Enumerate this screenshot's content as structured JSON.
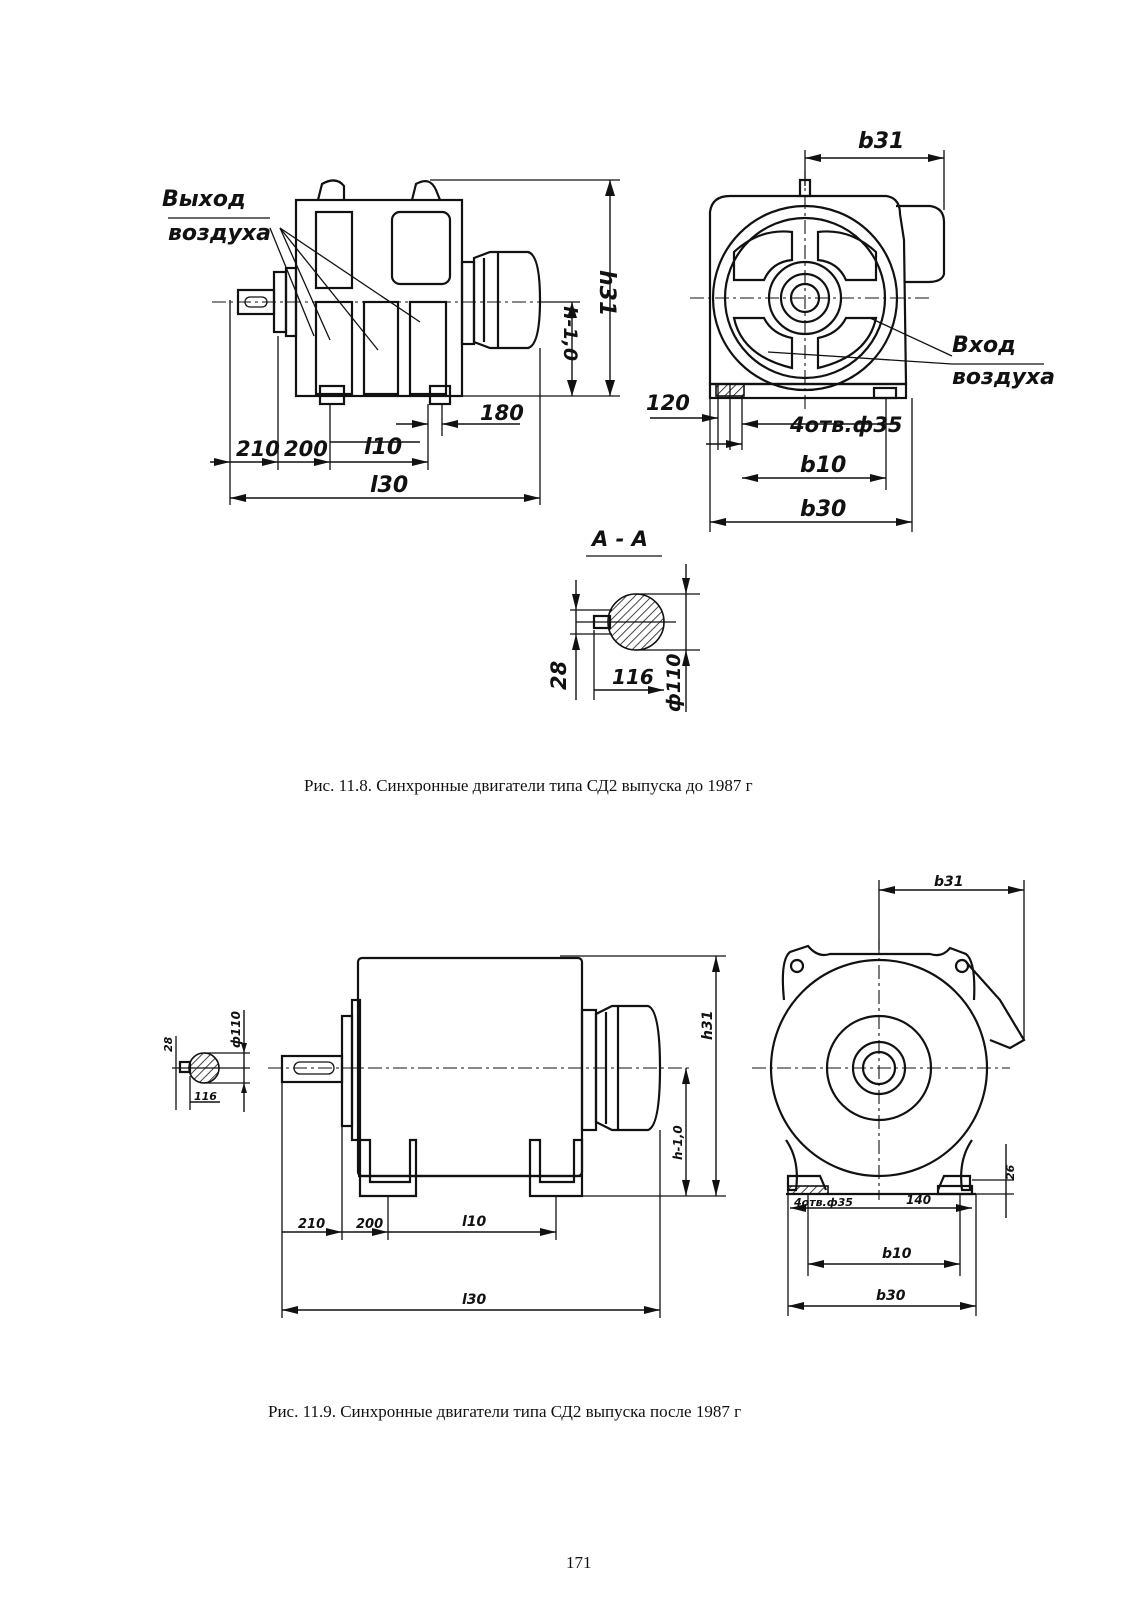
{
  "figure1": {
    "caption": "Рис. 11.8. Синхронные двигатели типа СД2 выпуска до 1987 г",
    "labels": {
      "air_out_1": "Выход",
      "air_out_2": "воздуха",
      "air_in_1": "Вход",
      "air_in_2": "воздуха",
      "h31": "h31",
      "h_base": "h-1,0",
      "b31": "b31",
      "d180": "180",
      "d210": "210",
      "d200": "200",
      "l10": "l10",
      "l30": "l30",
      "d120": "120",
      "holes": "4отв.ф35",
      "b10": "b10",
      "b30": "b30",
      "section": "А - А",
      "d28": "28",
      "d116": "116",
      "dia110": "ф110"
    }
  },
  "figure2": {
    "caption": "Рис. 11.9. Синхронные двигатели типа СД2 выпуска после 1987 г",
    "labels": {
      "d28": "28",
      "dia110": "ф110",
      "d116": "116",
      "h31": "h31",
      "h_base": "h-1,0",
      "d210": "210",
      "d200": "200",
      "l10": "l10",
      "l30": "l30",
      "b31": "b31",
      "d26": "26",
      "holes": "4отв.ф35",
      "d140": "140",
      "b10": "b10",
      "b30": "b30"
    }
  },
  "page_number": "171"
}
